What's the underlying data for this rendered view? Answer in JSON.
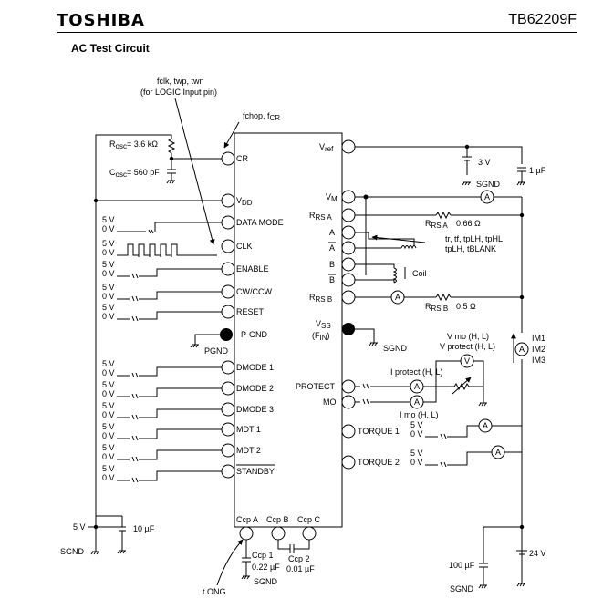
{
  "header": {
    "brand": "TOSHIBA",
    "part": "TB62209F",
    "section": "AC Test Circuit"
  },
  "labels": {
    "fclk_note": "fclk, twp, twn",
    "fclk_note2": "(for LOGIC Input pin)",
    "fchop": "fchop, f",
    "fchop_sub": "CR",
    "rosc": "R",
    "rosc_sub": "osc",
    "rosc_val": "= 3.6 kΩ",
    "cosc": "C",
    "cosc_sub": "osc",
    "cosc_val": "= 560 pF",
    "v5": "5 V",
    "v0": "0 V",
    "pgnd": "PGND",
    "sgnd": "SGND",
    "v5_supply": "5 V",
    "c10": "10 µF",
    "tong": "t ONG",
    "ccp1": "Ccp 1",
    "ccp1_val": "0.22 µF",
    "ccp2": "Ccp 2",
    "ccp2_val": "0.01 µF",
    "v3": "3 V",
    "c1": "1 µF",
    "rrsa": "R",
    "rrsa_sub": "RS A",
    "rrsa_val": "0.66 Ω",
    "rrsb": "R",
    "rrsb_sub": "RS B",
    "rrsb_val": "0.5 Ω",
    "timing1": "tr, tf, tpLH, tpHL",
    "timing2": "tpLH, tBLANK",
    "coil": "Coil",
    "vmo": "V mo (H, L)",
    "vprot": "V protect (H, L)",
    "iprot": "I protect (H, L)",
    "imo": "I mo (H, L)",
    "im1": "IM1",
    "im2": "IM2",
    "im3": "IM3",
    "v24": "24 V",
    "c100": "100 µF",
    "meter_a": "A",
    "meter_v": "V"
  },
  "pins_left": {
    "cr": "CR",
    "vdd": "V",
    "vdd_sub": "DD",
    "data_mode": "DATA MODE",
    "clk": "CLK",
    "enable": "ENABLE",
    "cw_ccw": "CW/CCW",
    "reset": "RESET",
    "p_gnd": "P-GND",
    "dmode1": "DMODE 1",
    "dmode2": "DMODE 2",
    "dmode3": "DMODE 3",
    "mdt1": "MDT 1",
    "mdt2": "MDT 2",
    "standby": "STANDBY"
  },
  "pins_right": {
    "vref": "V",
    "vref_sub": "ref",
    "vm": "V",
    "vm_sub": "M",
    "rrsa": "R",
    "rrsa_sub": "RS A",
    "a": "A",
    "a_bar": "A",
    "b": "B",
    "b_bar": "B",
    "rrsb": "R",
    "rrsb_sub": "RS B",
    "vss": "V",
    "vss_sub": "SS",
    "fin": "(F",
    "fin_sub": "IN",
    "fin_close": ")",
    "protect": "PROTECT",
    "mo": "MO",
    "torque1": "TORQUE 1",
    "torque2": "TORQUE 2"
  },
  "pins_bottom": {
    "ccpa": "Ccp A",
    "ccpb": "Ccp B",
    "ccpc": "Ccp C"
  }
}
